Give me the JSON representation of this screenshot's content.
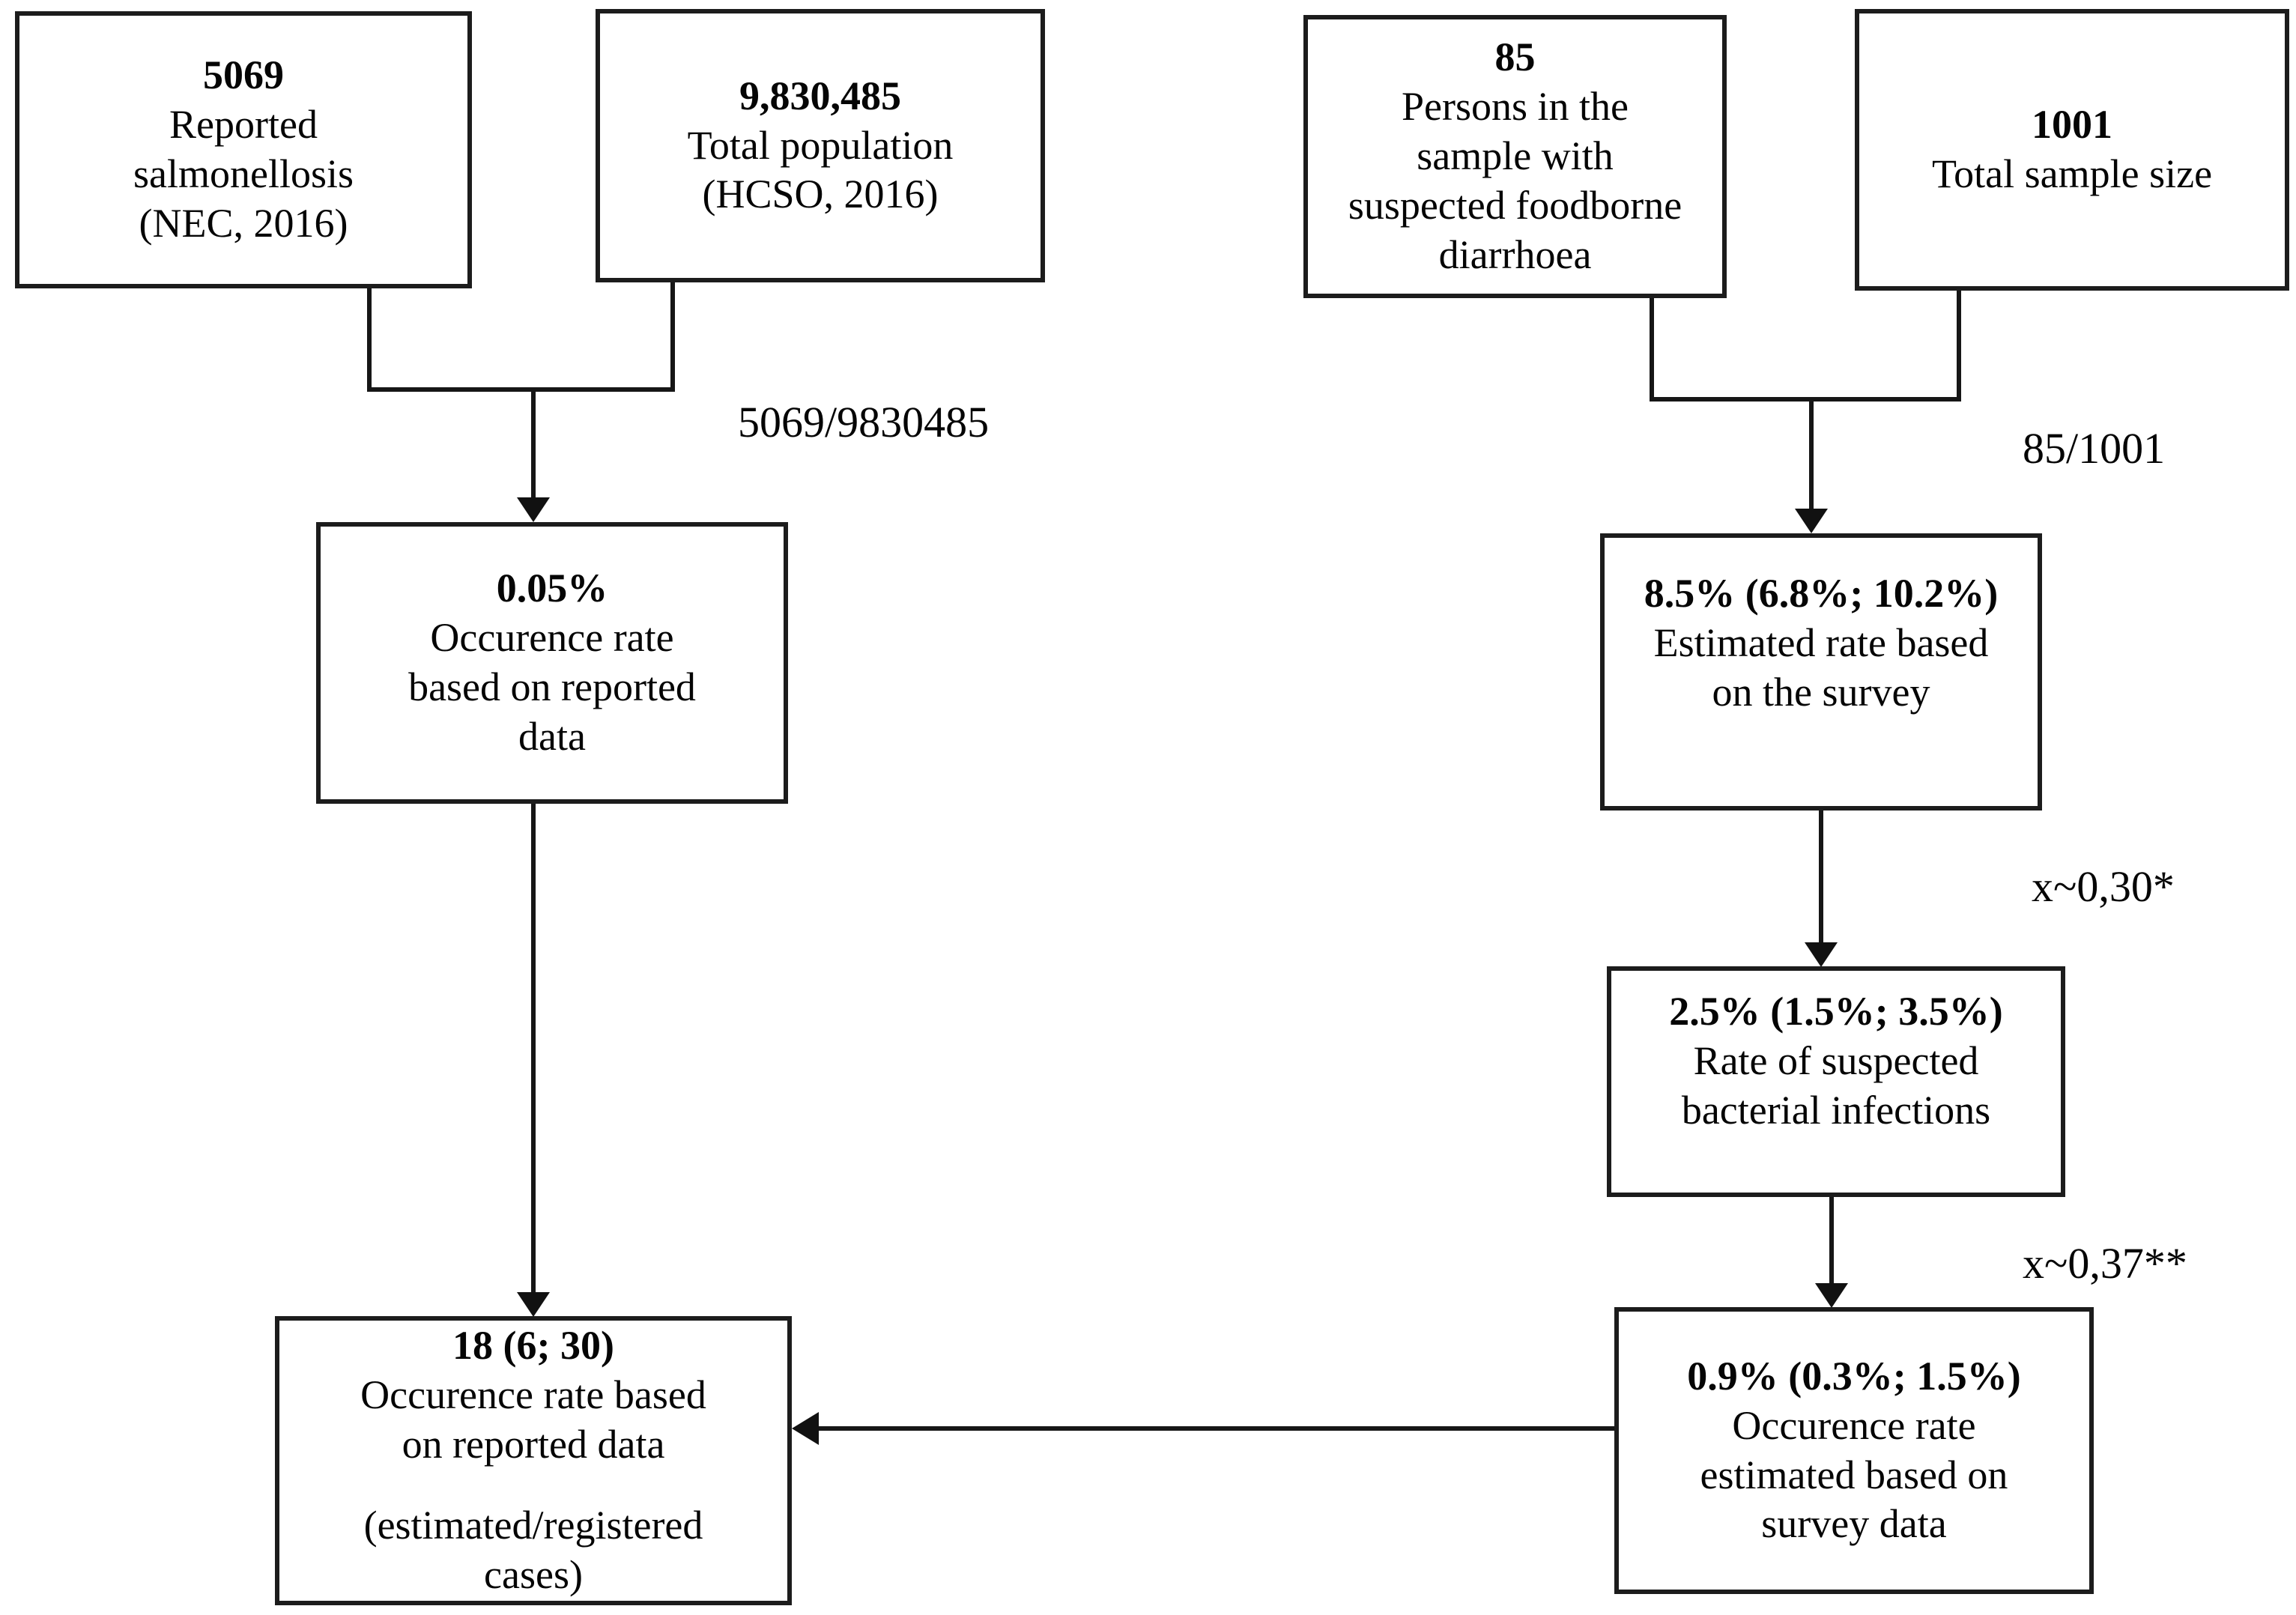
{
  "figure": {
    "background": "#ffffff",
    "ink_color": "#050505",
    "border_color": "#1c1c1c"
  },
  "diagram": {
    "type": "flowchart",
    "boxes": [
      {
        "name": "reported-salmonellosis",
        "value": "5069",
        "lines": [
          "Reported",
          "salmonellosis",
          "(NEC, 2016)"
        ]
      },
      {
        "name": "total-population",
        "value": "9,830,485",
        "lines": [
          "Total population",
          "(HCSO, 2016)"
        ]
      },
      {
        "name": "sample-suspected-diarrhoea",
        "value": "85",
        "lines": [
          "Persons in the",
          "sample with",
          "suspected foodborne",
          "diarrhoea"
        ]
      },
      {
        "name": "total-sample-size",
        "value": "1001",
        "lines": [
          "Total sample size"
        ]
      },
      {
        "name": "occurrence-rate-reported",
        "value": "0.05%",
        "lines": [
          "Occurence rate",
          "based on reported",
          "data"
        ]
      },
      {
        "name": "estimated-rate-survey",
        "value": "8.5% (6.8%; 10.2%)",
        "lines": [
          "Estimated rate based",
          "on the survey"
        ]
      },
      {
        "name": "rate-suspected-bacterial",
        "value": "2.5% (1.5%; 3.5%)",
        "lines": [
          "Rate of suspected",
          "bacterial infections"
        ]
      },
      {
        "name": "occurrence-rate-survey",
        "value": "0.9% (0.3%; 1.5%)",
        "lines": [
          "Occurence rate",
          "estimated based on",
          "survey data"
        ]
      },
      {
        "name": "occurrence-rate-final",
        "value": "18 (6; 30)",
        "lines": [
          "Occurence rate based",
          "on reported data"
        ],
        "lines2": [
          "(estimated/registered",
          "cases)"
        ]
      }
    ],
    "edge_labels": [
      {
        "name": "ratio-reported",
        "text": "5069/9830485"
      },
      {
        "name": "ratio-survey",
        "text": "85/1001"
      },
      {
        "name": "multiplier-bacterial",
        "text": "x~0,30*"
      },
      {
        "name": "multiplier-occurrence",
        "text": "x~0,37**"
      }
    ]
  }
}
